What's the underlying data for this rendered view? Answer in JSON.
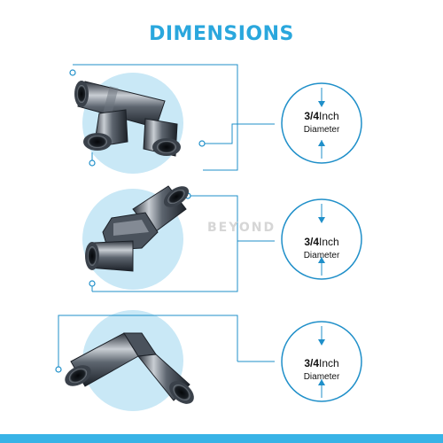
{
  "header": {
    "title": "DIMENSIONS"
  },
  "watermark": {
    "text": "BEYOND"
  },
  "fittings": [
    {
      "kind": "tee",
      "size": "3/4",
      "unit": "Inch",
      "label": "Diameter"
    },
    {
      "kind": "coupling",
      "size": "3/4",
      "unit": "Inch",
      "label": "Diameter"
    },
    {
      "kind": "elbow",
      "size": "3/4",
      "unit": "Inch",
      "label": "Diameter"
    }
  ],
  "colors": {
    "accent": "#2aa7dd",
    "circle_fill": "#c9e8f6",
    "line": "#1f8fc9",
    "metal_dark": "#222831",
    "metal_mid": "#58606a",
    "metal_light": "#c9ced4"
  },
  "icons": [
    "arrow-down-icon",
    "arrow-up-icon",
    "connector-dot-icon"
  ]
}
